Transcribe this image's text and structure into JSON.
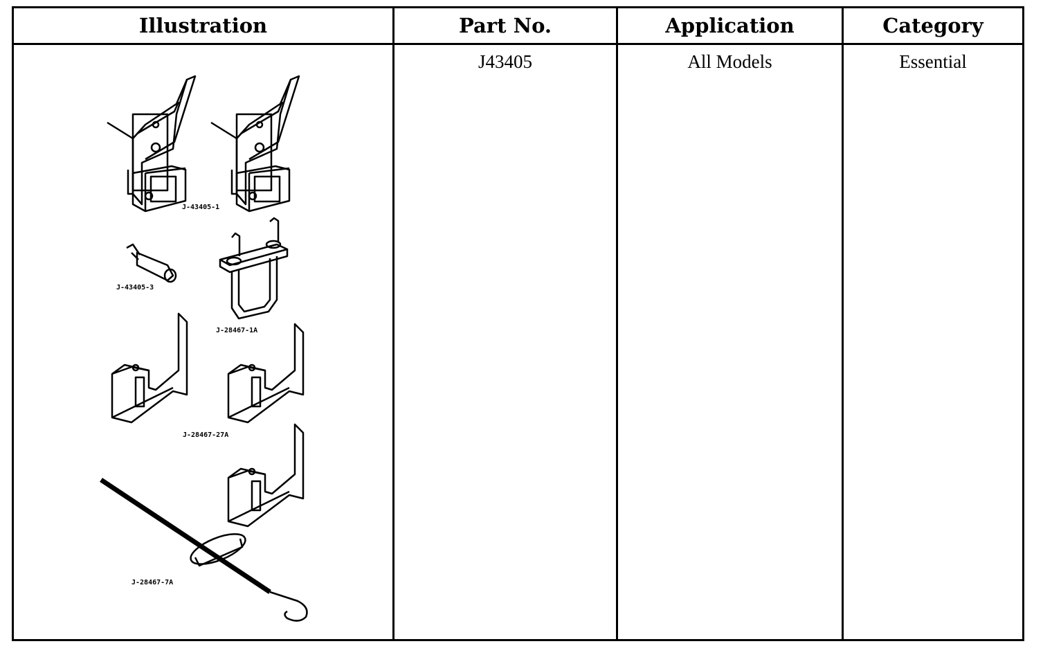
{
  "table": {
    "headers": {
      "illustration": "Illustration",
      "part_no": "Part No.",
      "application": "Application",
      "category": "Category"
    },
    "row": {
      "part_no": "J43405",
      "application": "All Models",
      "category": "Essential"
    }
  },
  "illustration": {
    "labels": {
      "bracket": "J-43405-1",
      "spacer": "J-43405-3",
      "u_clamp": "J-28467-1A",
      "hook_pair": "J-28467-27A",
      "puller": "J-28467-7A"
    }
  }
}
